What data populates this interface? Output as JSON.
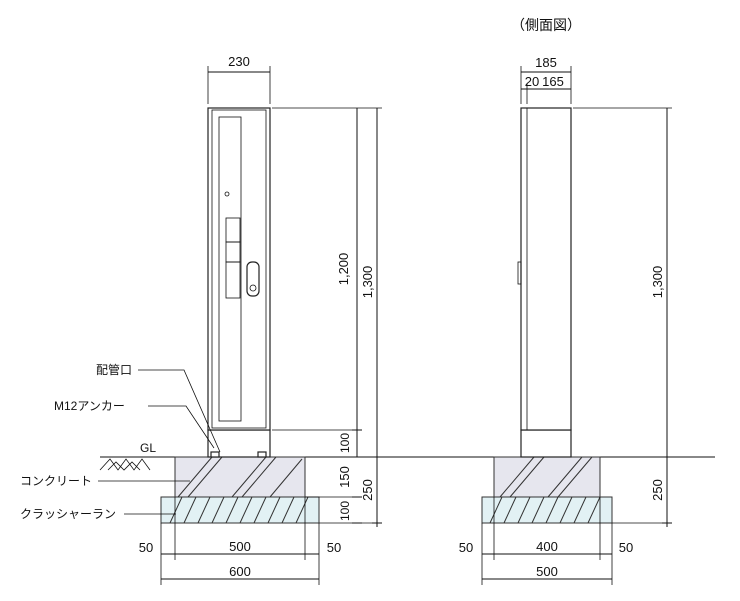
{
  "front_view": {
    "width_dim": "230",
    "height_body": "1,200",
    "height_total": "1,300",
    "base_height": "100",
    "concrete_height": "150",
    "foundation_total": "250",
    "gravel_height": "100",
    "concrete_width": "500",
    "concrete_margin_left": "50",
    "concrete_margin_right": "50",
    "gravel_width": "600"
  },
  "side_view": {
    "title": "（側面図）",
    "depth_dim": "185",
    "depth_split_a": "20",
    "depth_split_b": "165",
    "height_total": "1,300",
    "foundation_total": "250",
    "concrete_width": "400",
    "concrete_margin_left": "50",
    "concrete_margin_right": "50",
    "gravel_width": "500"
  },
  "labels": {
    "pipe_port": "配管口",
    "anchor": "M12アンカー",
    "ground_line": "GL",
    "concrete": "コンクリート",
    "crusher_run": "クラッシャーラン"
  }
}
